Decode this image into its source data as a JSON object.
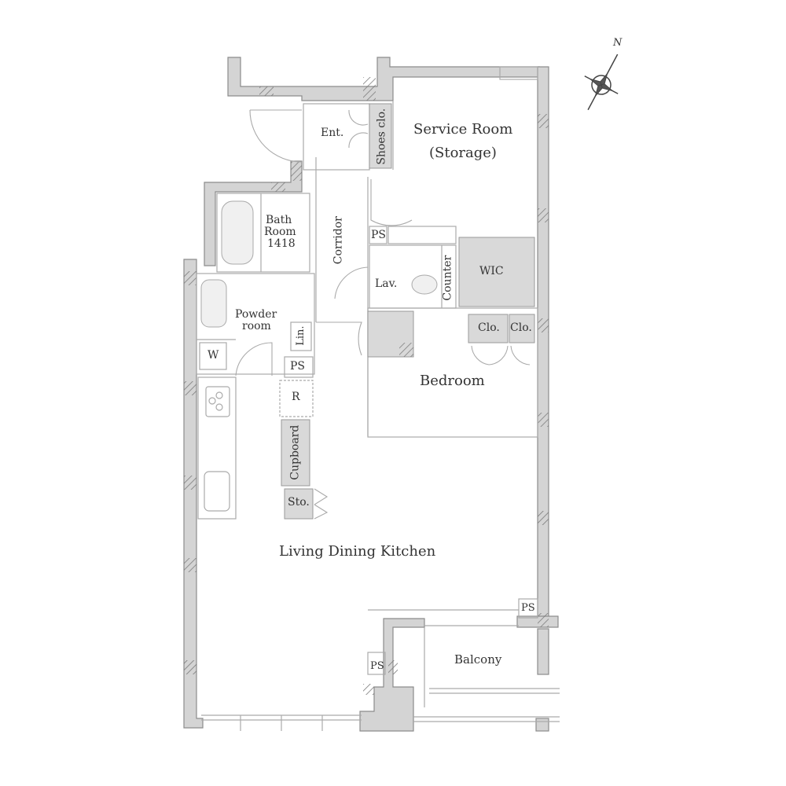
{
  "colors": {
    "wall_fill": "#d4d4d4",
    "wall_stroke": "#8c8c8c",
    "line": "#aaaaaa",
    "storage_fill": "#d9d9d9",
    "text": "#333333",
    "background": "#ffffff"
  },
  "compass": {
    "label": "N",
    "icon": "compass-rose-icon"
  },
  "rooms": {
    "entrance": "Ent.",
    "shoes_closet": "Shoes clo.",
    "service_room": "Service Room",
    "service_room_sub": "(Storage)",
    "bath_room_line1": "Bath",
    "bath_room_line2": "Room",
    "bath_room_line3": "1418",
    "corridor": "Corridor",
    "ps_top": "PS",
    "lavatory": "Lav.",
    "counter": "Counter",
    "wic": "WIC",
    "powder_room_line1": "Powder",
    "powder_room_line2": "room",
    "linen": "Lin.",
    "closet_1": "Clo.",
    "closet_2": "Clo.",
    "washer": "W",
    "ps_mid": "PS",
    "refrigerator": "R",
    "bedroom": "Bedroom",
    "cupboard": "Cupboard",
    "storage": "Sto.",
    "ldk": "Living Dining Kitchen",
    "ps_right": "PS",
    "ps_bottom": "PS",
    "balcony": "Balcony"
  }
}
